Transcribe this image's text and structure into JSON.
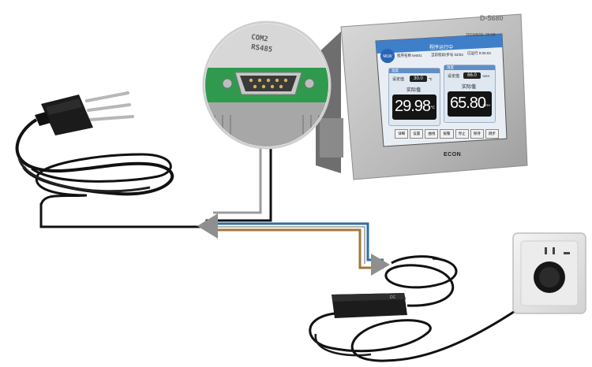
{
  "device": {
    "model": "D-5680",
    "brand": "ECON",
    "date_time": "2019/8/26  20:08",
    "status_title": "程序运行中",
    "program_line": "程序名称 test01",
    "segment_line": "当前程段/步号  02/03",
    "elapsed_line": "已运行 0:06:03",
    "panel_left": {
      "header": "温度",
      "setpoint_label": "设定值",
      "setpoint_value": "30.0",
      "setpoint_unit": "℃",
      "actual_label": "实际值",
      "actual_value": "29.98",
      "actual_unit": "℃"
    },
    "panel_right": {
      "header": "湿度",
      "setpoint_label": "设定值",
      "setpoint_value": "66.0",
      "setpoint_unit": "%RH",
      "actual_label": "实际值",
      "actual_value": "65.80",
      "actual_unit": "%RH"
    },
    "buttons": [
      "详细",
      "设置",
      "曲线",
      "报警",
      "停止",
      "保持",
      "跳步"
    ]
  },
  "connector": {
    "label_top": "COM2",
    "label_bottom": "RS485"
  },
  "adapter": {
    "label": "DC"
  },
  "colors": {
    "cable_black": "#111111",
    "cable_gray": "#9c9c9c",
    "cable_blue": "#2f6fa5",
    "cable_brown": "#a0773a",
    "arrow_gray": "#8f8f8f",
    "screen_blue": "#3f7fc9",
    "display_bg": "#141414",
    "pcb_green": "#2f9a4e"
  }
}
